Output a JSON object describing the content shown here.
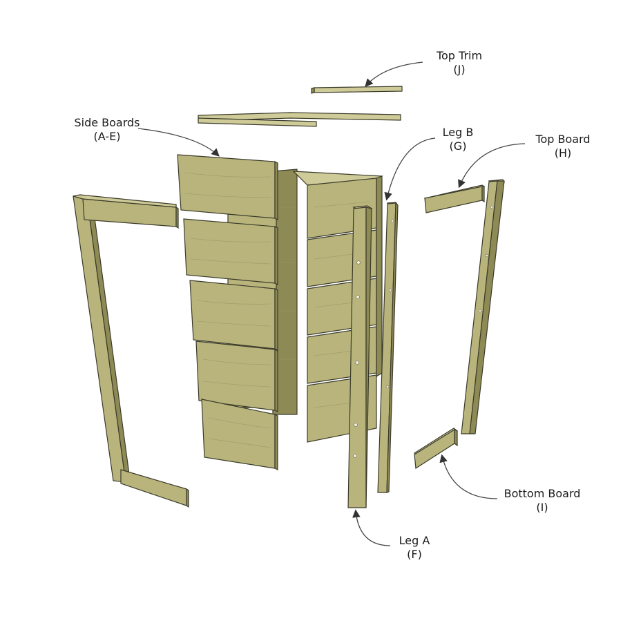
{
  "labels": {
    "top_trim": {
      "name": "Top Trim",
      "code": "(J)"
    },
    "side_boards": {
      "name": "Side Boards",
      "code": "(A-E)"
    },
    "leg_b": {
      "name": "Leg B",
      "code": "(G)"
    },
    "top_board": {
      "name": "Top Board",
      "code": "(H)"
    },
    "bottom_board": {
      "name": "Bottom Board",
      "code": "(I)"
    },
    "leg_a": {
      "name": "Leg A",
      "code": "(F)"
    }
  },
  "colors": {
    "wood_face": "#b8b47c",
    "wood_side": "#8e8a55",
    "wood_top": "#cfcb98",
    "outline": "#3a3a2a",
    "leader": "#444444"
  }
}
